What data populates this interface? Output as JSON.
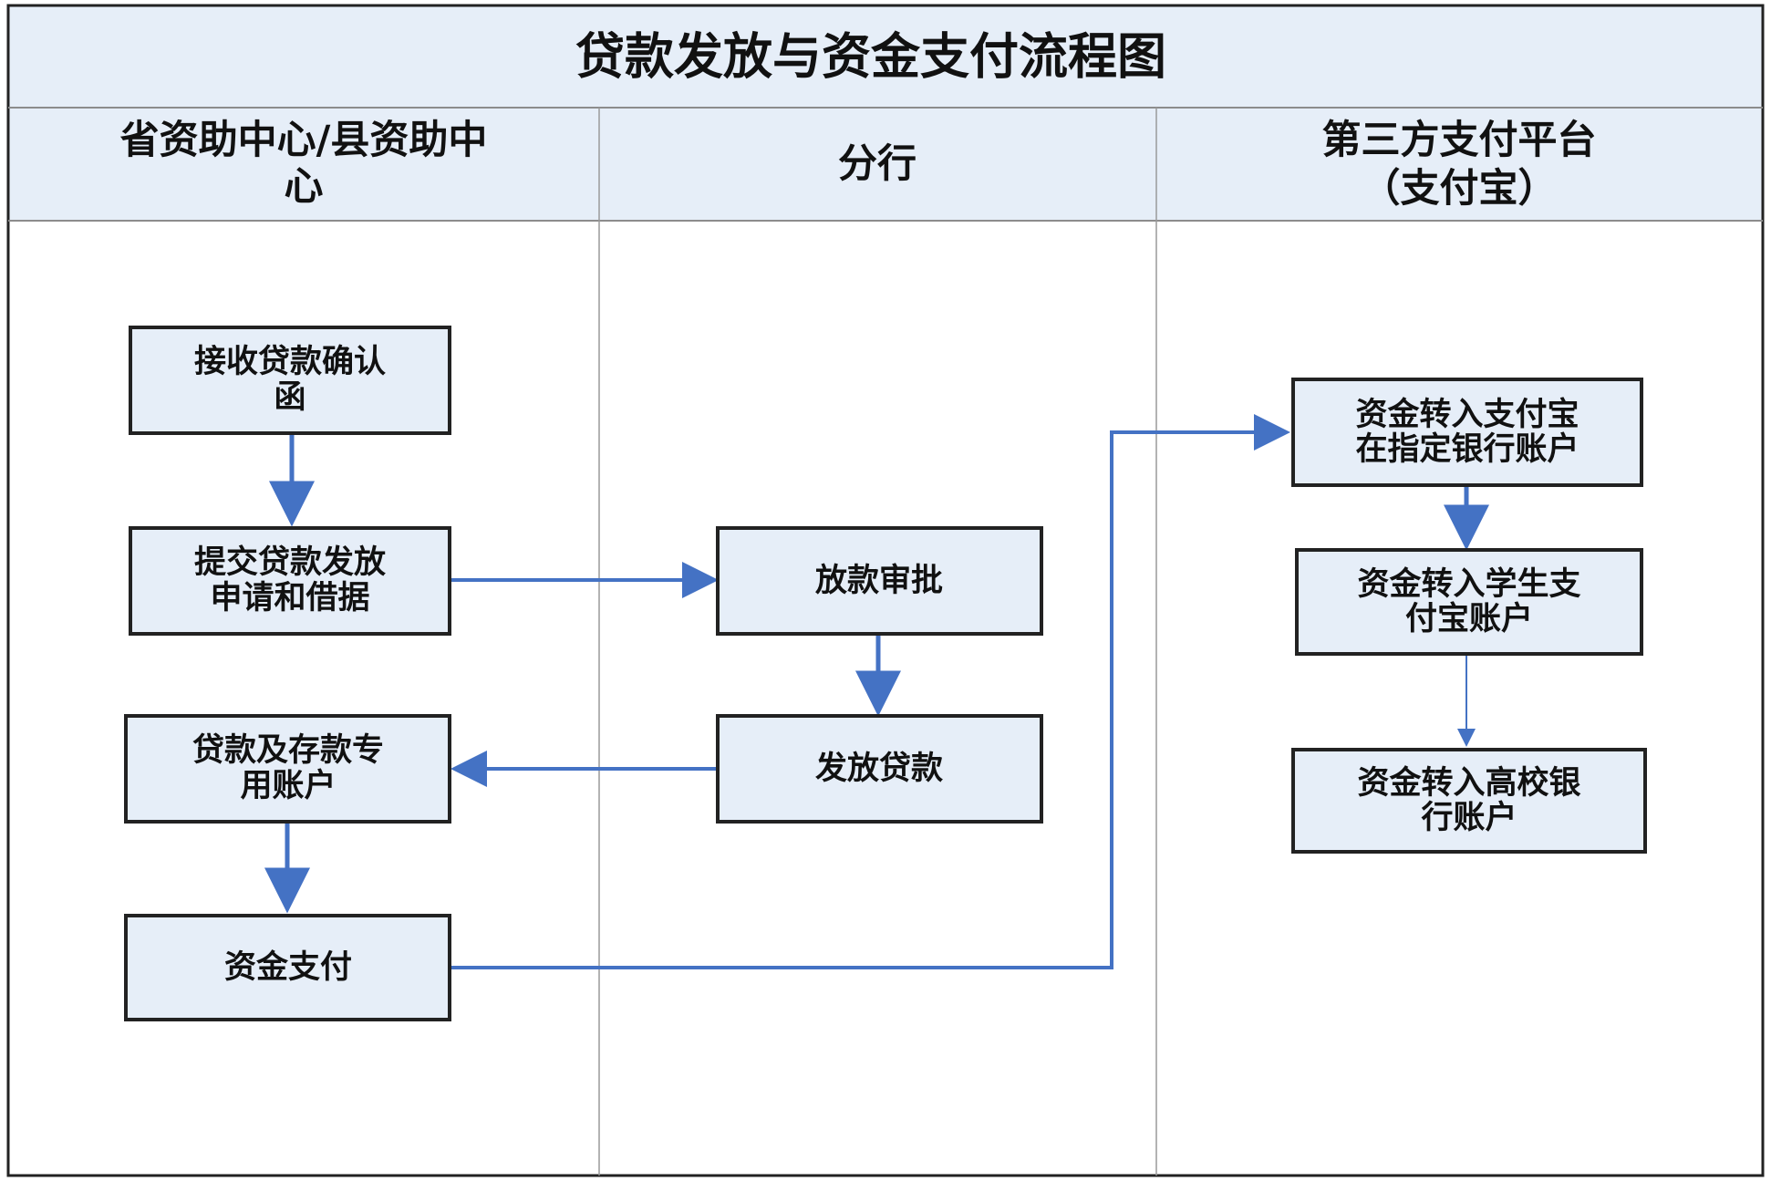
{
  "title": "贷款发放与资金支付流程图",
  "lanes": [
    {
      "id": "center",
      "lines": [
        "省资助中心/县资助中",
        "心"
      ]
    },
    {
      "id": "branch",
      "lines": [
        "分行"
      ]
    },
    {
      "id": "platform",
      "lines": [
        "第三方支付平台",
        "（支付宝）"
      ]
    }
  ],
  "nodes": [
    {
      "id": "receive-confirmation",
      "lines": [
        "接收贷款确认",
        "函"
      ]
    },
    {
      "id": "submit-application",
      "lines": [
        "提交贷款发放",
        "申请和借据"
      ]
    },
    {
      "id": "special-account",
      "lines": [
        "贷款及存款专",
        "用账户"
      ]
    },
    {
      "id": "fund-payment",
      "lines": [
        "资金支付"
      ]
    },
    {
      "id": "loan-approval",
      "lines": [
        "放款审批"
      ]
    },
    {
      "id": "disburse-loan",
      "lines": [
        "发放贷款"
      ]
    },
    {
      "id": "to-alipay-bank",
      "lines": [
        "资金转入支付宝",
        "在指定银行账户"
      ]
    },
    {
      "id": "to-student-alipay",
      "lines": [
        "资金转入学生支",
        "付宝账户"
      ]
    },
    {
      "id": "to-university-bank",
      "lines": [
        "资金转入高校银",
        "行账户"
      ]
    }
  ],
  "edges": [
    {
      "from": "receive-confirmation",
      "to": "submit-application"
    },
    {
      "from": "submit-application",
      "to": "loan-approval"
    },
    {
      "from": "loan-approval",
      "to": "disburse-loan"
    },
    {
      "from": "disburse-loan",
      "to": "special-account"
    },
    {
      "from": "special-account",
      "to": "fund-payment"
    },
    {
      "from": "fund-payment",
      "to": "to-alipay-bank"
    },
    {
      "from": "to-alipay-bank",
      "to": "to-student-alipay"
    },
    {
      "from": "to-student-alipay",
      "to": "to-university-bank"
    }
  ],
  "colors": {
    "header_fill": "#e6eef8",
    "box_fill": "#e6eef8",
    "arrow": "#4472c4",
    "border": "#222222",
    "lane_divider": "#9a9a9a"
  }
}
